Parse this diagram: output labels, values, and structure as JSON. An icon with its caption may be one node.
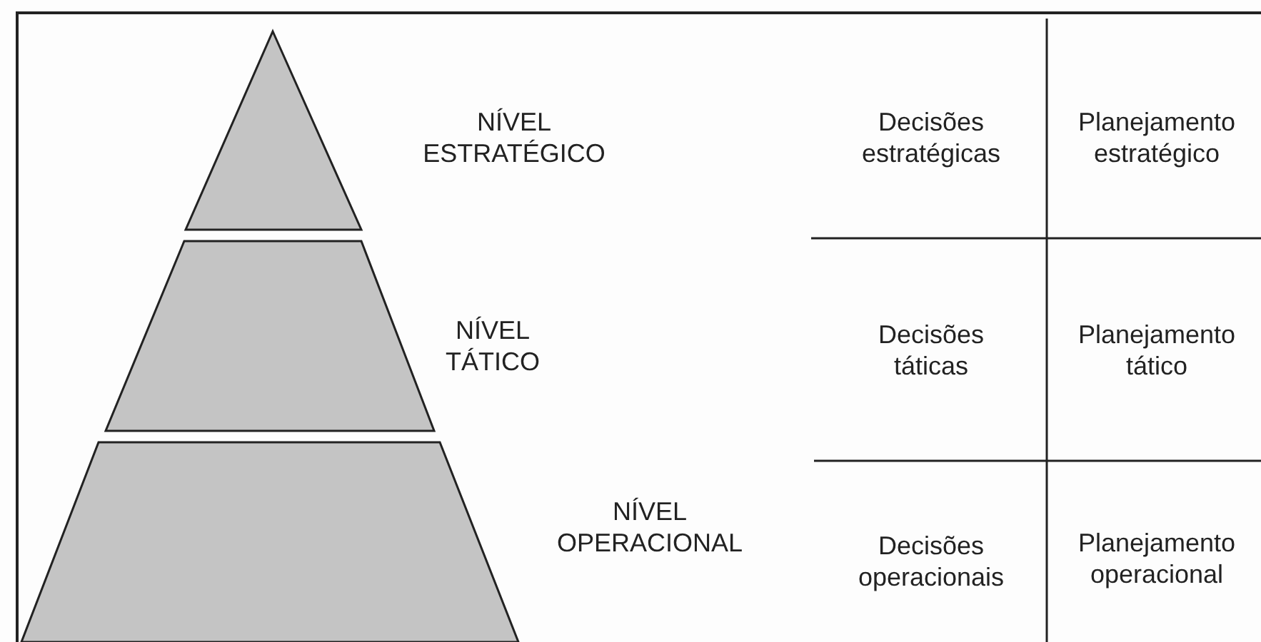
{
  "diagram": {
    "nodes": [
      {
        "text": [],
        "shape": "trapezoid",
        "beside": [
          "NÍVEL ESTRATÉGICO"
        ]
      },
      {
        "text": [],
        "shape": "trapezoid",
        "beside": [
          "NÍVEL TÁTICO"
        ]
      },
      {
        "text": [],
        "shape": "trapezoid",
        "beside": [
          "NÍVEL OPERACIONAL"
        ]
      }
    ],
    "labels": [
      "Decisões estratégicas",
      "Planejamento estratégico",
      "Decisões táticas",
      "Planejamento tático",
      "Decisões operacionais",
      "Planejamento operacional"
    ]
  }
}
